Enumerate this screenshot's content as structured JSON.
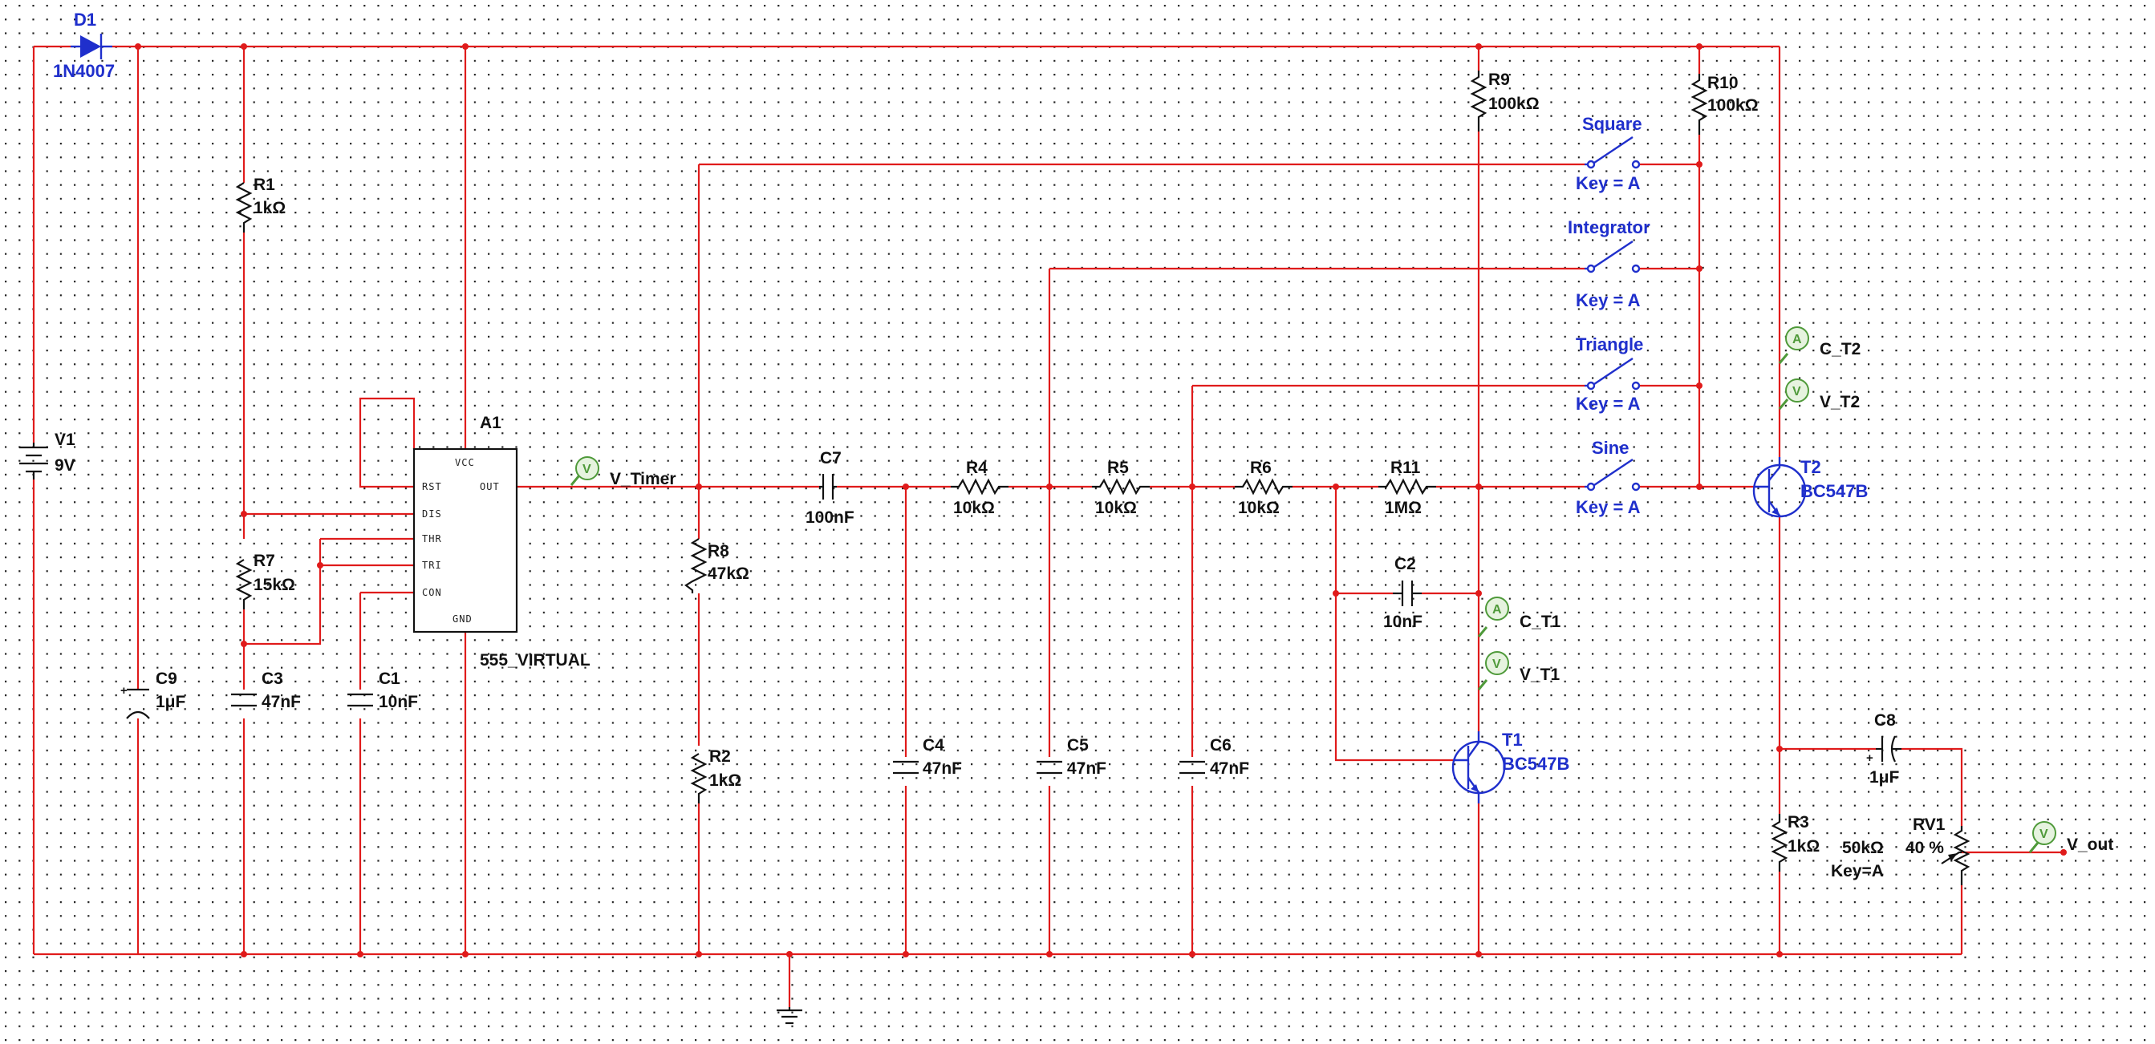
{
  "components": {
    "d1": {
      "ref": "D1",
      "value": "1N4007"
    },
    "v1": {
      "ref": "V1",
      "value": "9V"
    },
    "r1": {
      "ref": "R1",
      "value": "1kΩ"
    },
    "r7": {
      "ref": "R7",
      "value": "15kΩ"
    },
    "c3": {
      "ref": "C3",
      "value": "47nF"
    },
    "c1": {
      "ref": "C1",
      "value": "10nF"
    },
    "c9": {
      "ref": "C9",
      "value": "1μF"
    },
    "a1": {
      "ref": "A1",
      "model": "555_VIRTUAL"
    },
    "r8": {
      "ref": "R8",
      "value": "47kΩ"
    },
    "r2": {
      "ref": "R2",
      "value": "1kΩ"
    },
    "c7": {
      "ref": "C7",
      "value": "100nF"
    },
    "r4": {
      "ref": "R4",
      "value": "10kΩ"
    },
    "r5": {
      "ref": "R5",
      "value": "10kΩ"
    },
    "r6": {
      "ref": "R6",
      "value": "10kΩ"
    },
    "r11": {
      "ref": "R11",
      "value": "1MΩ"
    },
    "c4": {
      "ref": "C4",
      "value": "47nF"
    },
    "c5": {
      "ref": "C5",
      "value": "47nF"
    },
    "c6": {
      "ref": "C6",
      "value": "47nF"
    },
    "c2": {
      "ref": "C2",
      "value": "10nF"
    },
    "r9": {
      "ref": "R9",
      "value": "100kΩ"
    },
    "r10": {
      "ref": "R10",
      "value": "100kΩ"
    },
    "t1": {
      "ref": "T1",
      "value": "BC547B"
    },
    "t2": {
      "ref": "T2",
      "value": "BC547B"
    },
    "c8": {
      "ref": "C8",
      "value": "1μF"
    },
    "r3": {
      "ref": "R3",
      "value": "1kΩ"
    },
    "rv1": {
      "ref": "RV1",
      "value": "50kΩ",
      "setting": "40 %",
      "key": "Key=A"
    }
  },
  "pins": {
    "vcc": "VCC",
    "rst": "RST",
    "out": "OUT",
    "dis": "DIS",
    "thr": "THR",
    "tri": "TRI",
    "con": "CON",
    "gnd": "GND"
  },
  "switches": {
    "square": {
      "name": "Square",
      "key": "Key = A"
    },
    "integrator": {
      "name": "Integrator",
      "key": "Key = A"
    },
    "triangle": {
      "name": "Triangle",
      "key": "Key = A"
    },
    "sine": {
      "name": "Sine",
      "key": "Key = A"
    }
  },
  "probes": {
    "v_timer": {
      "type": "V",
      "label": "V_Timer"
    },
    "c_t1": {
      "type": "A",
      "label": "C_T1"
    },
    "v_t1": {
      "type": "V",
      "label": "V_T1"
    },
    "c_t2": {
      "type": "A",
      "label": "C_T2"
    },
    "v_t2": {
      "type": "V",
      "label": "V_T2"
    },
    "v_out": {
      "type": "V",
      "label": "V_out"
    }
  },
  "colors": {
    "wire": "#e01b1b",
    "component_label": "#1f2fcc",
    "probe": "#4f9a3a",
    "grid_dot": "#1a1a1a"
  }
}
